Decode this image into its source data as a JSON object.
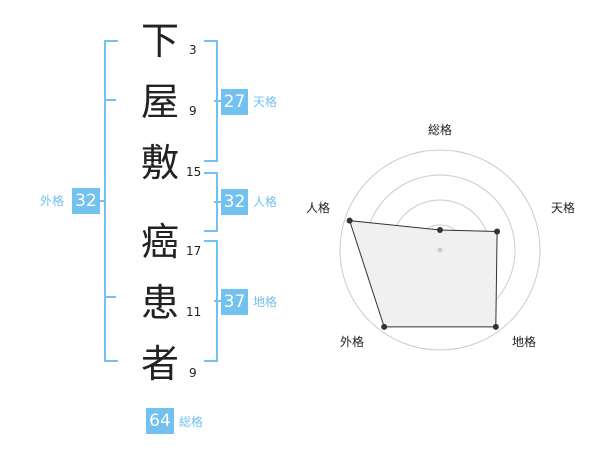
{
  "name_chars": [
    {
      "char": "下",
      "strokes": "3"
    },
    {
      "char": "屋",
      "strokes": "9"
    },
    {
      "char": "敷",
      "strokes": "15"
    },
    {
      "char": "癌",
      "strokes": "17"
    },
    {
      "char": "患",
      "strokes": "11"
    },
    {
      "char": "者",
      "strokes": "9"
    }
  ],
  "scores": {
    "tenkaku": {
      "label": "天格",
      "value": "27"
    },
    "jinkaku": {
      "label": "人格",
      "value": "32"
    },
    "chikaku": {
      "label": "地格",
      "value": "37"
    },
    "gaikaku": {
      "label": "外格",
      "value": "32"
    },
    "soukaku": {
      "label": "総格",
      "value": "64"
    }
  },
  "colors": {
    "accent": "#73c1ee",
    "text": "#222222",
    "radar_fill": "#f0f0f0"
  },
  "chart_data": {
    "type": "radar",
    "axes": [
      "総格",
      "天格",
      "地格",
      "外格",
      "人格"
    ],
    "values": [
      0.2,
      0.6,
      0.95,
      0.95,
      0.95
    ],
    "rings": 4
  }
}
